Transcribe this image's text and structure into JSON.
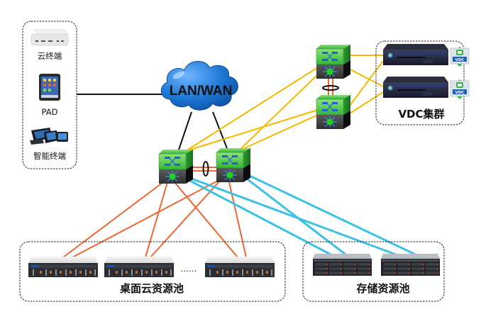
{
  "diagram": {
    "title": "Cloud desktop network topology",
    "cloud": {
      "label": "LAN/WAN",
      "color": "#1f7ad6"
    },
    "terminals": {
      "items": [
        {
          "label": "云终端",
          "icon": "thin-client-icon"
        },
        {
          "label": "PAD",
          "icon": "tablet-icon"
        },
        {
          "label": "智能终端",
          "icon": "smart-devices-icon"
        }
      ]
    },
    "vdc_cluster": {
      "label": "VDC集群",
      "servers": [
        {
          "badge": "VDC",
          "icon": "vdc-server-icon"
        },
        {
          "badge": "VDC",
          "icon": "vdc-server-icon"
        }
      ]
    },
    "desktop_pool": {
      "label": "桌面云资源池",
      "ellipsis": "……",
      "servers": 3
    },
    "storage_pool": {
      "label": "存储资源池",
      "servers": 2
    },
    "link_colors": {
      "uplink": "#111111",
      "vdc": "#f5b800",
      "desktop": "#f26430",
      "storage": "#3cc1e6",
      "stack": "#f26430"
    }
  }
}
